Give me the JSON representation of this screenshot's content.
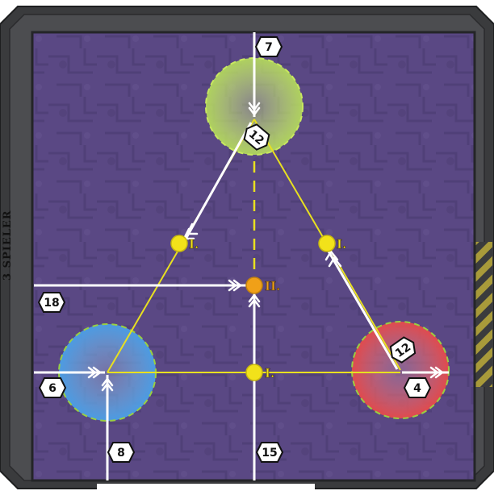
{
  "side_label": "3 SPIELER",
  "colors": {
    "frame": "#3a3b3d",
    "board": "#5a4884",
    "line": "#e8e020",
    "zone_green": "#b8e05a",
    "zone_blue": "#4aa0e8",
    "zone_red": "#e84a4a",
    "marker_yellow": "#f2e21a",
    "marker_orange": "#f0a018",
    "hazard_stripe": "#a89a3a"
  },
  "zones": [
    {
      "name": "zone-top",
      "color": "green"
    },
    {
      "name": "zone-left",
      "color": "blue"
    },
    {
      "name": "zone-right",
      "color": "red"
    }
  ],
  "markers": [
    {
      "label": "I.",
      "tier": "primary"
    },
    {
      "label": "I.",
      "tier": "primary"
    },
    {
      "label": "II.",
      "tier": "secondary"
    },
    {
      "label": "I.",
      "tier": "primary"
    }
  ],
  "distance_badges": [
    "7",
    "12",
    "18",
    "6",
    "8",
    "15",
    "12",
    "4"
  ]
}
